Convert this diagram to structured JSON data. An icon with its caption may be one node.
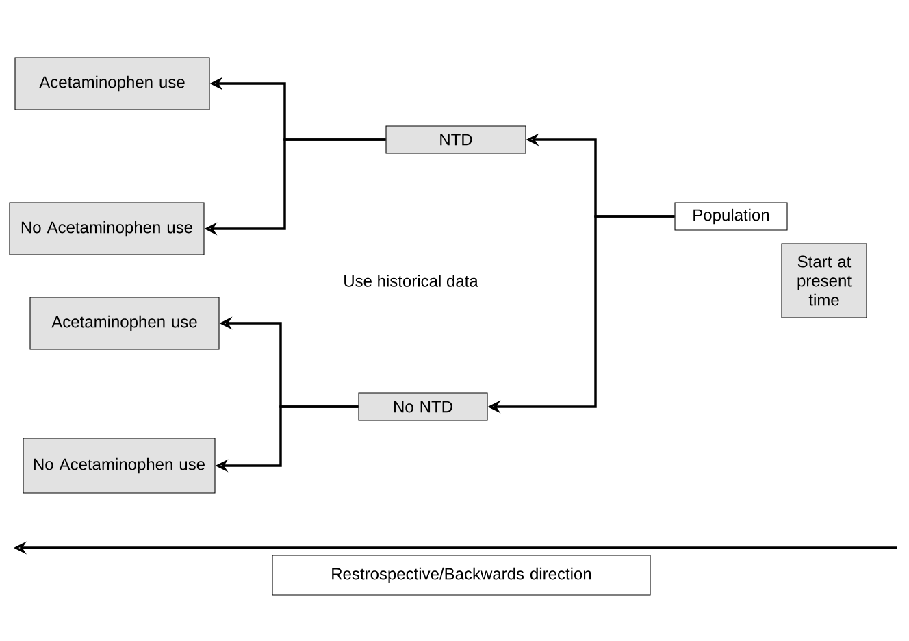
{
  "diagram": {
    "nodes": [
      {
        "text": [
          "Population"
        ]
      },
      {
        "text": [
          "Start at present time"
        ]
      },
      {
        "text": [
          "NTD"
        ]
      },
      {
        "text": [
          "No NTD"
        ]
      },
      {
        "text": [
          "Acetaminophen use"
        ]
      },
      {
        "text": [
          "No Acetaminophen use"
        ]
      },
      {
        "text": [
          "Acetaminophen use"
        ]
      },
      {
        "text": [
          "No Acetaminophen use"
        ]
      },
      {
        "text": [
          "Restrospective/Backwards direction"
        ]
      }
    ],
    "edges": [
      {
        "from": 0,
        "to": 2,
        "arrow": "to"
      },
      {
        "from": 0,
        "to": 3,
        "arrow": "to"
      },
      {
        "from": 2,
        "to": 4,
        "arrow": "to"
      },
      {
        "from": 2,
        "to": 5,
        "arrow": "to"
      },
      {
        "from": 3,
        "to": 6,
        "arrow": "to"
      },
      {
        "from": 3,
        "to": 7,
        "arrow": "to"
      }
    ],
    "labels": [
      "Use historical data"
    ]
  }
}
